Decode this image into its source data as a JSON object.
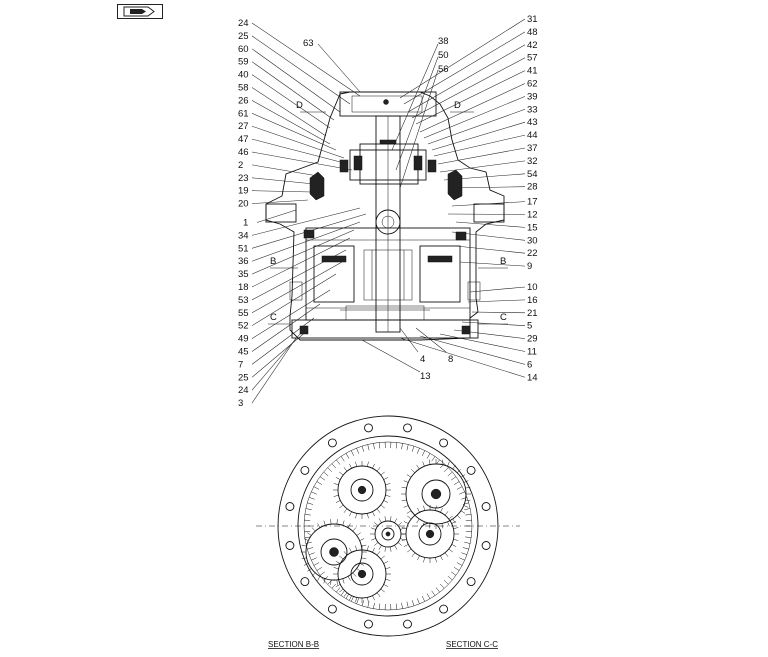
{
  "nav": {
    "icon": "arrow-right-page-icon"
  },
  "left_callouts": [
    "24",
    "25",
    "60",
    "59",
    "40",
    "58",
    "26",
    "61",
    "27",
    "47",
    "46",
    "2",
    "23",
    "19",
    "20",
    "1",
    "34",
    "51",
    "36",
    "35",
    "18",
    "53",
    "55",
    "52",
    "49",
    "45",
    "7",
    "25",
    "24",
    "3"
  ],
  "right_callouts": [
    "31",
    "48",
    "42",
    "57",
    "41",
    "62",
    "39",
    "33",
    "43",
    "44",
    "37",
    "32",
    "54",
    "28",
    "17",
    "12",
    "15",
    "30",
    "22",
    "9",
    "10",
    "16",
    "21",
    "5",
    "29",
    "11",
    "6",
    "14"
  ],
  "center_callouts": {
    "c63": "63",
    "c38": "38",
    "c50": "50",
    "c56": "56",
    "c4": "4",
    "c8": "8",
    "c13": "13"
  },
  "section_marks": {
    "b_left": "B",
    "b_right": "B",
    "c_left": "C",
    "c_right": "C",
    "d_left": "D",
    "d_right": "D"
  },
  "sections": {
    "left": "SECTION B-B",
    "right": "SECTION C-C"
  }
}
